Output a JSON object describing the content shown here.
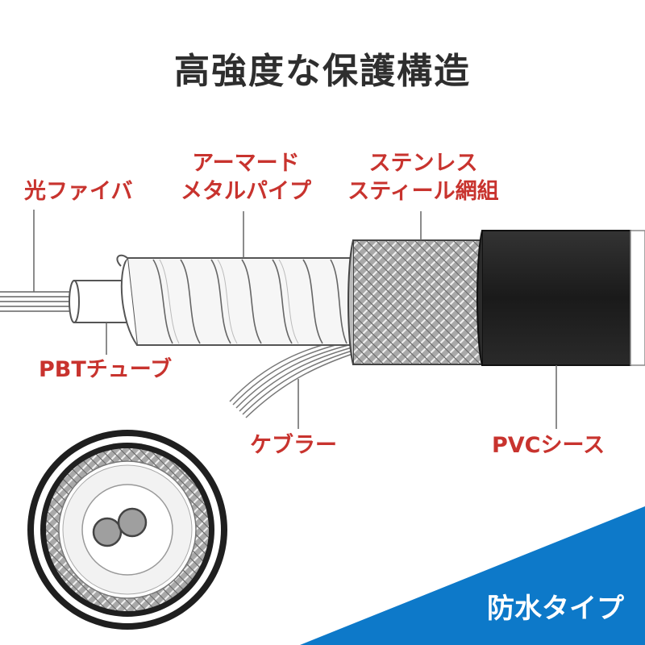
{
  "title": "高強度な保護構造",
  "labels": {
    "fiber": "光ファイバ",
    "armored_line1": "アーマード",
    "armored_line2": "メタルパイプ",
    "stainless_line1": "ステンレス",
    "stainless_line2": "スティール網組",
    "pbt_tube": "PBTチューブ",
    "kevlar": "ケブラー",
    "pvc_sheath": "PVCシース"
  },
  "badge": "防水タイプ",
  "colors": {
    "label_red": "#c8332e",
    "title_gray": "#2e2e2e",
    "badge_blue": "#0d79c9",
    "sheath_black": "#1c1c1c"
  }
}
